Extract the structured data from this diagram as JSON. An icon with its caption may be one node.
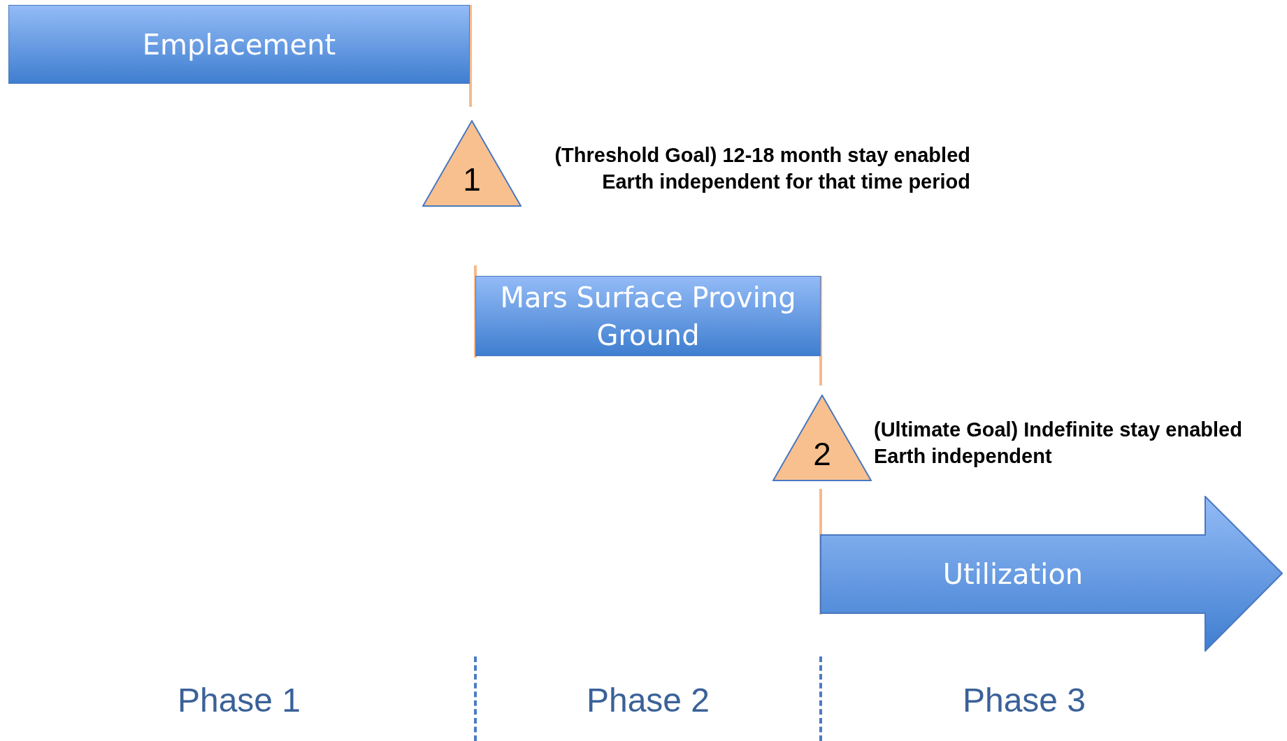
{
  "diagram": {
    "nodes": [
      {
        "text": [
          "Emplacement"
        ]
      },
      {
        "text": [
          "1"
        ],
        "beside": [
          "(Threshold Goal) 12-18 month stay enabled Earth independent for that time period"
        ]
      },
      {
        "text": [
          "Mars Surface Proving Ground"
        ]
      },
      {
        "text": [
          "2"
        ],
        "beside": [
          "(Ultimate Goal) Indefinite stay enabled Earth independent"
        ]
      },
      {
        "text": [
          "Utilization"
        ]
      }
    ],
    "labels": [
      "Phase 1",
      "Phase 2",
      "Phase 3"
    ]
  }
}
